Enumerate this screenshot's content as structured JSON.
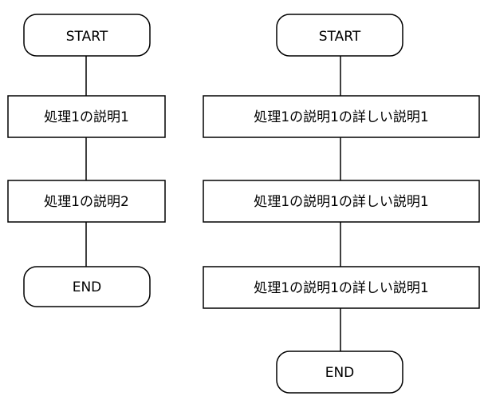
{
  "left_flow": {
    "start": "START",
    "step1": "処理1の説明1",
    "step2": "処理1の説明2",
    "end": "END"
  },
  "right_flow": {
    "start": "START",
    "step1": "処理1の説明1の詳しい説明1",
    "step2": "処理1の説明1の詳しい説明1",
    "step3": "処理1の説明1の詳しい説明1",
    "end": "END"
  },
  "colors": {
    "stroke": "#000000",
    "fill": "#ffffff",
    "text": "#000000"
  }
}
